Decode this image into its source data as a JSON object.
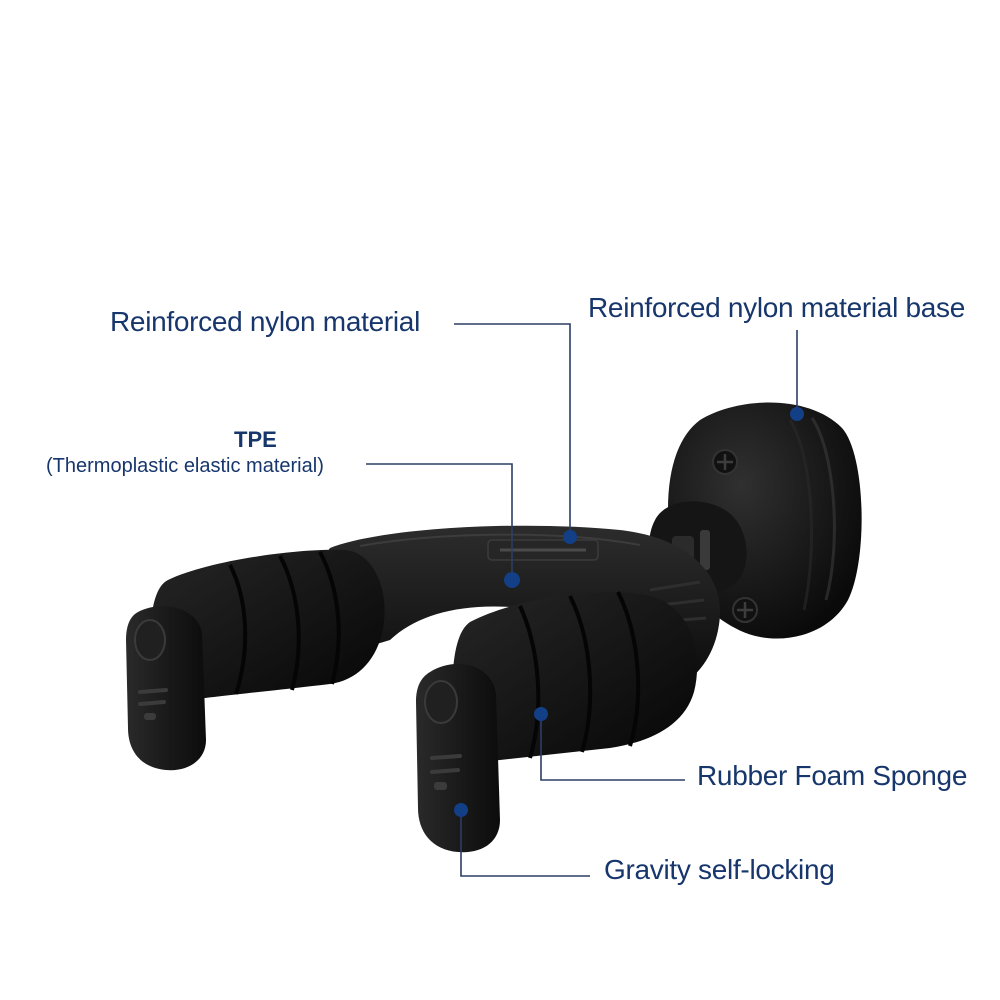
{
  "callouts": {
    "reinforced_nylon": "Reinforced nylon material",
    "reinforced_nylon_base": "Reinforced nylon material base",
    "tpe_title": "TPE",
    "tpe_subtitle": "(Thermoplastic elastic material)",
    "rubber_foam": "Rubber Foam Sponge",
    "gravity_lock": "Gravity self-locking"
  },
  "colors": {
    "callout_text": "#17366b",
    "leader_line": "#2c3e66",
    "marker_dot": "#123f86",
    "product_body": "#1a1a1a",
    "background": "#ffffff"
  }
}
